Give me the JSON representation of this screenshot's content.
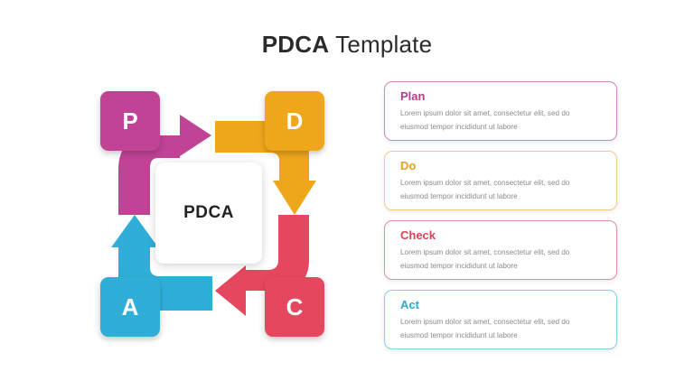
{
  "title": {
    "bold": "PDCA",
    "light": " Template"
  },
  "diagram": {
    "center_label": "PDCA",
    "tiles": {
      "p": {
        "letter": "P",
        "color": "#c04396"
      },
      "d": {
        "letter": "D",
        "color": "#eea61b"
      },
      "c": {
        "letter": "C",
        "color": "#e5475e"
      },
      "a": {
        "letter": "A",
        "color": "#2fafd8"
      }
    }
  },
  "cards": [
    {
      "title": "Plan",
      "body": "Lorem ipsum dolor sit amet, consectetur   elit, sed do eiusmod tempor incididunt ut labore"
    },
    {
      "title": "Do",
      "body": "Lorem ipsum dolor sit amet, consectetur   elit, sed do eiusmod tempor incididunt ut labore"
    },
    {
      "title": "Check",
      "body": "Lorem ipsum dolor sit amet, consectetur   elit, sed do eiusmod tempor incididunt ut labore"
    },
    {
      "title": "Act",
      "body": "Lorem ipsum dolor sit amet, consectetur   elit, sed do eiusmod tempor incididunt ut labore"
    }
  ]
}
